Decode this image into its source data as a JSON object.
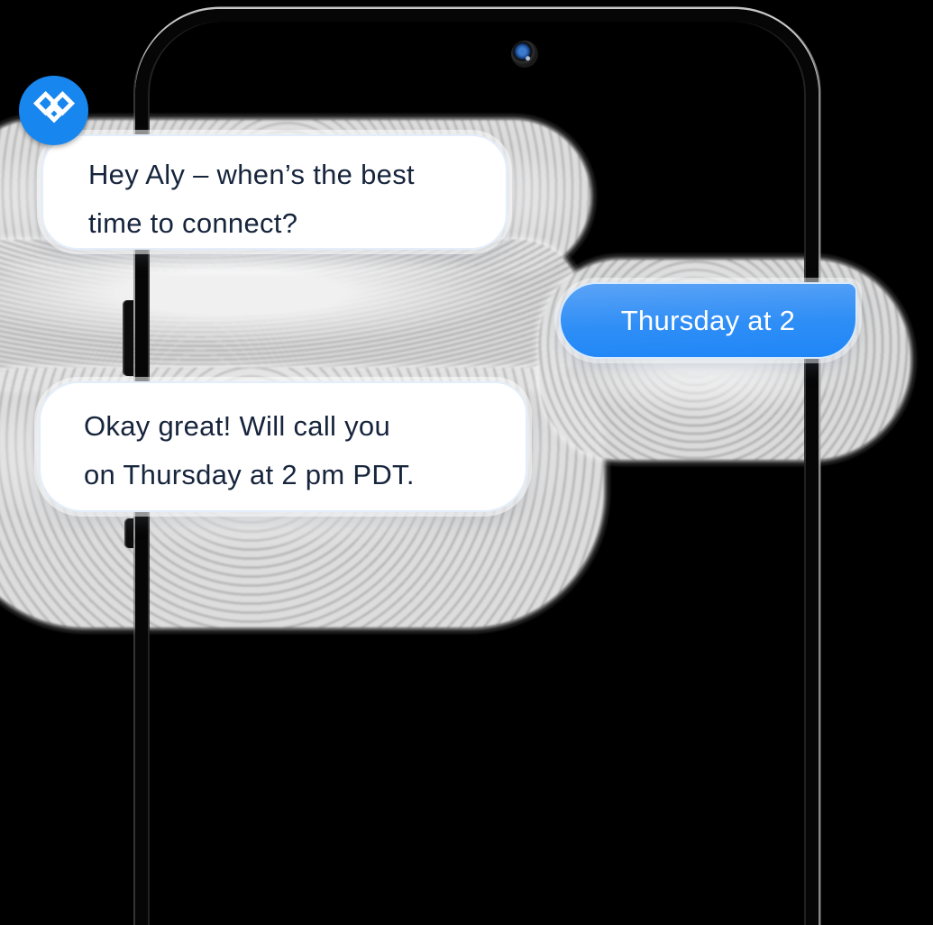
{
  "brand_badge": {
    "icon": "tidio-diamonds-logo-icon",
    "bg_color": "#1787ef",
    "glyph_color": "#ffffff"
  },
  "phone": {
    "kind": "smartphone-mockup",
    "camera": "punch-hole-front-camera",
    "body_color": "#060606"
  },
  "chat": {
    "messages": [
      {
        "sender": "contact",
        "bubble_style": "white-received",
        "lines": [
          "Hey Aly – when’s the best",
          "time to connect?"
        ],
        "text": "Hey Aly – when’s the best time to connect?"
      },
      {
        "sender": "user",
        "bubble_style": "blue-sent",
        "lines": [
          "Thursday at 2"
        ],
        "text": "Thursday at 2"
      },
      {
        "sender": "contact",
        "bubble_style": "white-received",
        "lines": [
          "Okay great! Will call you",
          "on Thursday at 2 pm PDT."
        ],
        "text": "Okay great! Will call you on Thursday at 2 pm PDT."
      }
    ]
  },
  "colors": {
    "background": "#000000",
    "accent_blue": "#1f86f7",
    "accent_blue_light": "#5ba3f6",
    "message_text": "#16243c",
    "bubble_white": "#ffffff",
    "shadow_gray": "#e6e6e6"
  }
}
